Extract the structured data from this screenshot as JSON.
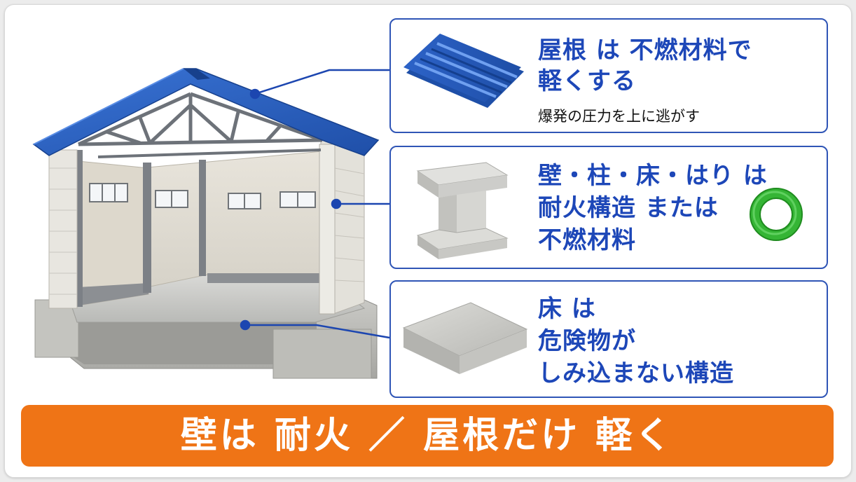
{
  "cards": [
    {
      "lines": [
        "屋根 は 不燃材料で",
        "軽くする"
      ],
      "note": "爆発の圧力を上に逃がす"
    },
    {
      "lines": [
        "壁・柱・床・はり は",
        "耐火構造 または",
        "不燃材料"
      ],
      "mark": "○"
    },
    {
      "lines": [
        "床 は",
        "危険物が",
        "しみ込まない構造"
      ]
    }
  ],
  "banner": "壁は 耐火 ／ 屋根だけ 軽く",
  "colors": {
    "accent_blue": "#1d47b8",
    "border_blue": "#2f55b6",
    "banner_orange": "#ef7416",
    "ok_green": "#2bb02b",
    "roof_blue": "#2b63c6",
    "concrete": "#cfd0cd"
  },
  "icons": [
    "corrugated-roof-panel-icon",
    "i-beam-column-icon",
    "concrete-slab-icon",
    "green-circle-ok-icon"
  ]
}
